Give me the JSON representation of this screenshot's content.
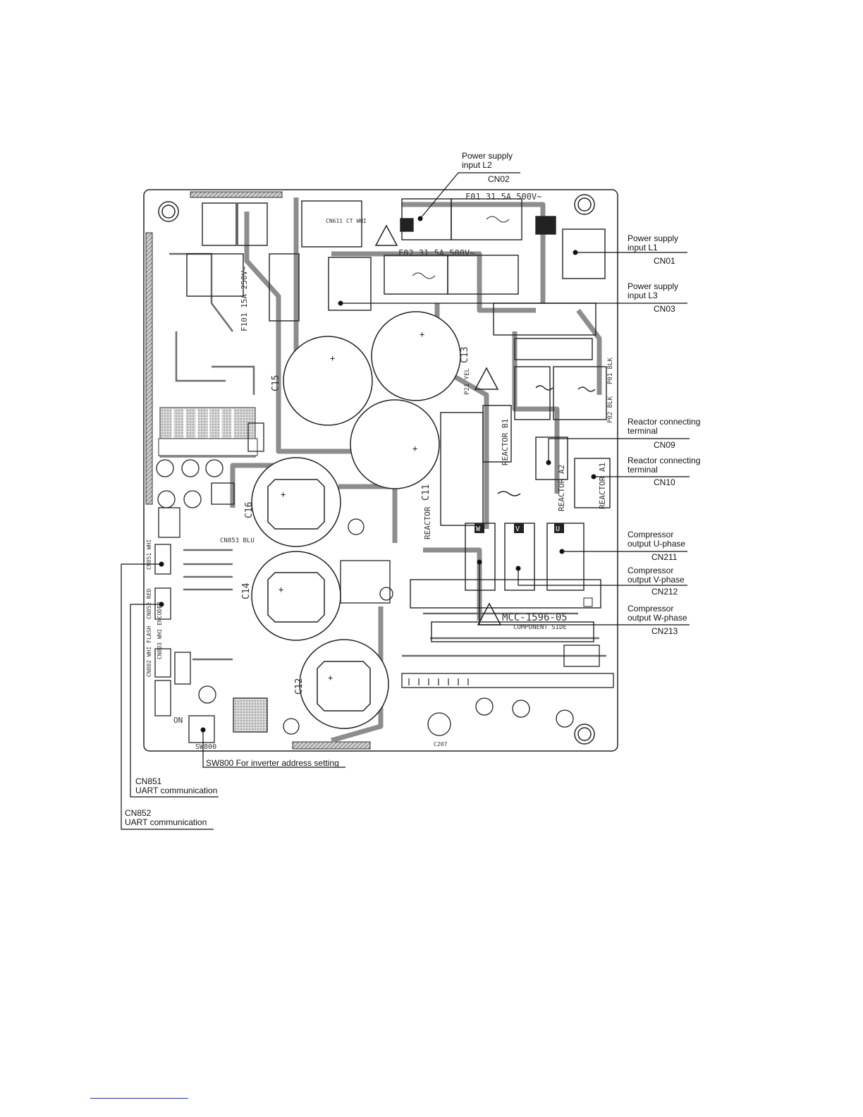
{
  "board": {
    "model": "MCC-1596-05",
    "side": "COMPONENT SIDE",
    "fuse1": "F01  31.5A  500V~",
    "fuse2": "F02  31.5A  500V~",
    "fuse3": "F101  15A  250V~",
    "switch_on": "ON",
    "switch_ref": "SW800",
    "cap_c13": "C13",
    "cap_c15": "C15",
    "cap_c16": "C16",
    "cap_c14": "C14",
    "cap_c12": "C12",
    "cap_c11": "C11",
    "reactor_b1": "REACTOR B1",
    "reactor_a2": "REACTOR A2",
    "reactor_a1": "REACTOR A1",
    "reactor_b2": "REACTOR",
    "cn853": "CN853 BLU",
    "cn611": "CN611 CT WHI",
    "cn851_silk": "CN851 WHI",
    "cn852_silk": "CN852 RED",
    "cn803_silk": "CN803 WHI ENCODER",
    "cn802_silk": "CN802 WHI FLASH",
    "c207": "C207",
    "p21": "P21 YEL",
    "p01": "P01 BLK",
    "p02": "P02 BLK",
    "u_phase": "U",
    "v_phase": "V",
    "w_phase": "W"
  },
  "callouts": {
    "cn02_desc": "Power supply\ninput L2",
    "cn02_ref": "CN02",
    "cn01_desc": "Power supply\ninput L1",
    "cn01_ref": "CN01",
    "cn03_desc": "Power supply\ninput L3",
    "cn03_ref": "CN03",
    "cn09_desc": "Reactor connecting\nterminal",
    "cn09_ref": "CN09",
    "cn10_desc": "Reactor connecting\nterminal",
    "cn10_ref": "CN10",
    "cn211_desc": "Compressor\noutput U-phase",
    "cn211_ref": "CN211",
    "cn212_desc": "Compressor\noutput V-phase",
    "cn212_ref": "CN212",
    "cn213_desc": "Compressor\noutput W-phase",
    "cn213_ref": "CN213",
    "sw800_desc": "SW800   For inverter address setting",
    "cn851_ref": "CN851",
    "cn851_desc": "UART communication",
    "cn852_ref": "CN852",
    "cn852_desc": "UART communication"
  },
  "colors": {
    "ink": "#111111",
    "trace": "#9a9a9a",
    "trace_dark": "#555555",
    "board_fill": "#ffffff",
    "footer_rule": "#2233aa"
  }
}
